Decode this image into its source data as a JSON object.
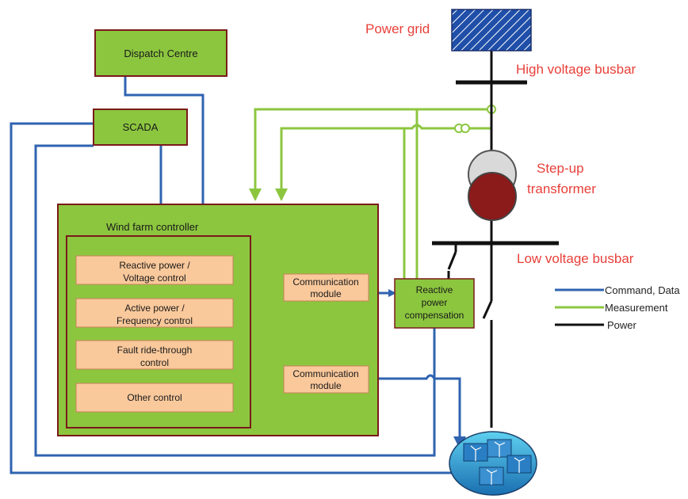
{
  "nodes": {
    "power_grid": "Power grid",
    "high_voltage_busbar": "High voltage busbar",
    "step_up_transformer_1": "Step-up",
    "step_up_transformer_2": "transformer",
    "low_voltage_busbar": "Low voltage busbar",
    "dispatch_centre": "Dispatch Centre",
    "scada": "SCADA",
    "wind_farm_controller": "Wind farm controller",
    "reactive_voltage_1": "Reactive power /",
    "reactive_voltage_2": "Voltage control",
    "active_frequency_1": "Active power /",
    "active_frequency_2": "Frequency control",
    "fault_ride_1": "Fault ride-through",
    "fault_ride_2": "control",
    "other_control": "Other control",
    "comm_module_top_1": "Communication",
    "comm_module_top_2": "module",
    "comm_module_bottom_1": "Communication",
    "comm_module_bottom_2": "module",
    "reactive_comp_1": "Reactive",
    "reactive_comp_2": "power",
    "reactive_comp_3": "compensation"
  },
  "legend": [
    {
      "label": "Command, Data",
      "color": "#2f63b0"
    },
    {
      "label": "Measurement",
      "color": "#8cc63f"
    },
    {
      "label": "Power",
      "color": "#111111"
    }
  ],
  "colors": {
    "command_data": "#2f63b0",
    "measurement": "#8cc63f",
    "power": "#111111",
    "controller_fill": "#8cc63f",
    "controller_border": "#7a1a1a",
    "module_fill": "#f9c89b",
    "annotation_red": "#e8403a",
    "transformer_top": "#d9d9d9",
    "transformer_bottom": "#8b1a1a",
    "grid_blue": "#1f4fa8"
  }
}
